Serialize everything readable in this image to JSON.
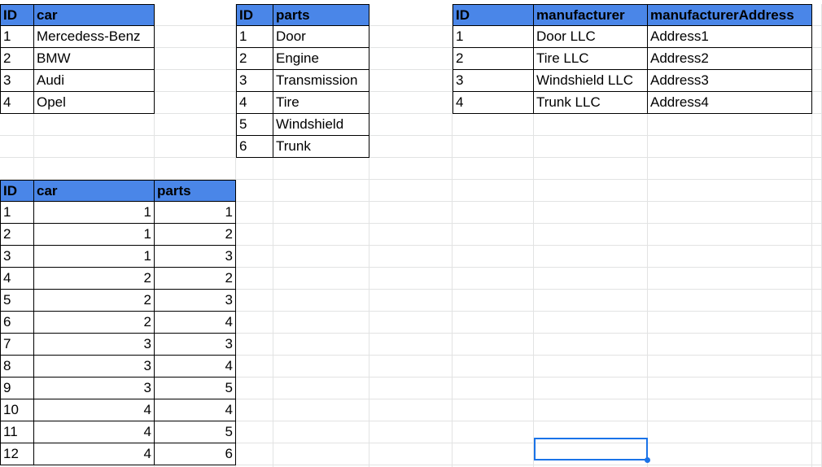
{
  "tables": {
    "cars": {
      "headers": [
        "ID",
        "car"
      ],
      "rows": [
        [
          "1",
          "Mercedess-Benz"
        ],
        [
          "2",
          "BMW"
        ],
        [
          "3",
          "Audi"
        ],
        [
          "4",
          "Opel"
        ]
      ]
    },
    "parts": {
      "headers": [
        "ID",
        "parts"
      ],
      "rows": [
        [
          "1",
          "Door"
        ],
        [
          "2",
          "Engine"
        ],
        [
          "3",
          "Transmission"
        ],
        [
          "4",
          "Tire"
        ],
        [
          "5",
          "Windshield"
        ],
        [
          "6",
          "Trunk"
        ]
      ]
    },
    "manufacturers": {
      "headers": [
        "ID",
        "manufacturer",
        "manufacturerAddress"
      ],
      "rows": [
        [
          "1",
          "Door LLC",
          "Address1"
        ],
        [
          "2",
          "Tire LLC",
          "Address2"
        ],
        [
          "3",
          "Windshield LLC",
          "Address3"
        ],
        [
          "4",
          "Trunk LLC",
          "Address4"
        ]
      ]
    },
    "car_parts": {
      "headers": [
        "ID",
        "car",
        "parts"
      ],
      "rows": [
        [
          "1",
          "1",
          "1"
        ],
        [
          "2",
          "1",
          "2"
        ],
        [
          "3",
          "1",
          "3"
        ],
        [
          "4",
          "2",
          "2"
        ],
        [
          "5",
          "2",
          "3"
        ],
        [
          "6",
          "2",
          "4"
        ],
        [
          "7",
          "3",
          "3"
        ],
        [
          "8",
          "3",
          "4"
        ],
        [
          "9",
          "3",
          "5"
        ],
        [
          "10",
          "4",
          "4"
        ],
        [
          "11",
          "4",
          "5"
        ],
        [
          "12",
          "4",
          "6"
        ]
      ]
    }
  },
  "colors": {
    "header_fill": "#4a86e8",
    "gridline": "#e2e3e3",
    "table_border": "#000000",
    "selection": "#1a73e8"
  }
}
